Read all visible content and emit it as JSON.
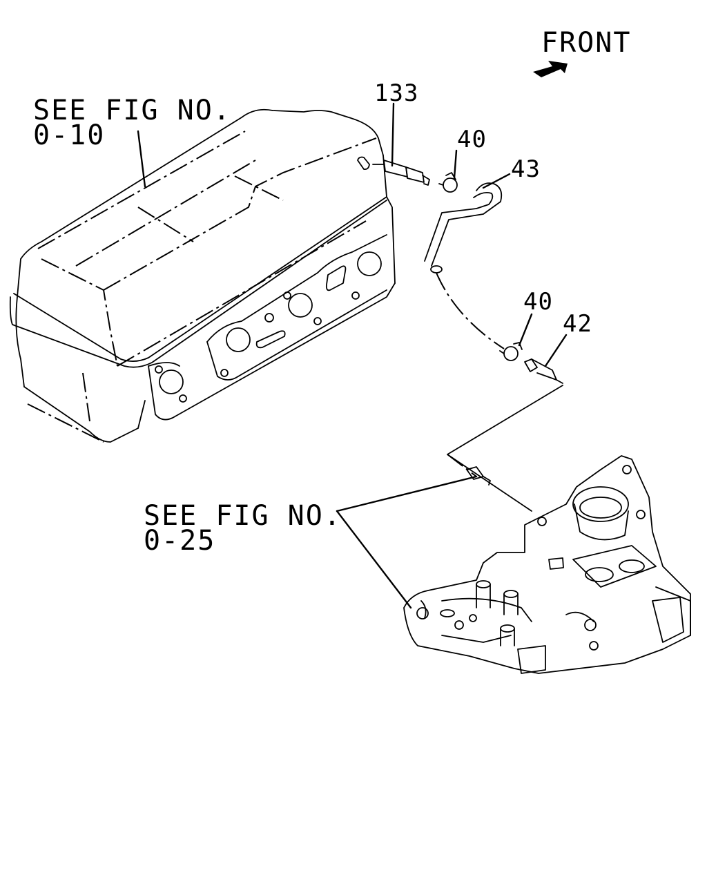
{
  "orientation": {
    "label": "FRONT",
    "icon": "front-arrow-icon"
  },
  "references": [
    {
      "line1": "SEE FIG NO.",
      "line2": "0-10"
    },
    {
      "line1": "SEE FIG NO.",
      "line2": "0-25"
    }
  ],
  "callouts": {
    "c133": "133",
    "c40a": "40",
    "c43": "43",
    "c40b": "40",
    "c42": "42"
  }
}
